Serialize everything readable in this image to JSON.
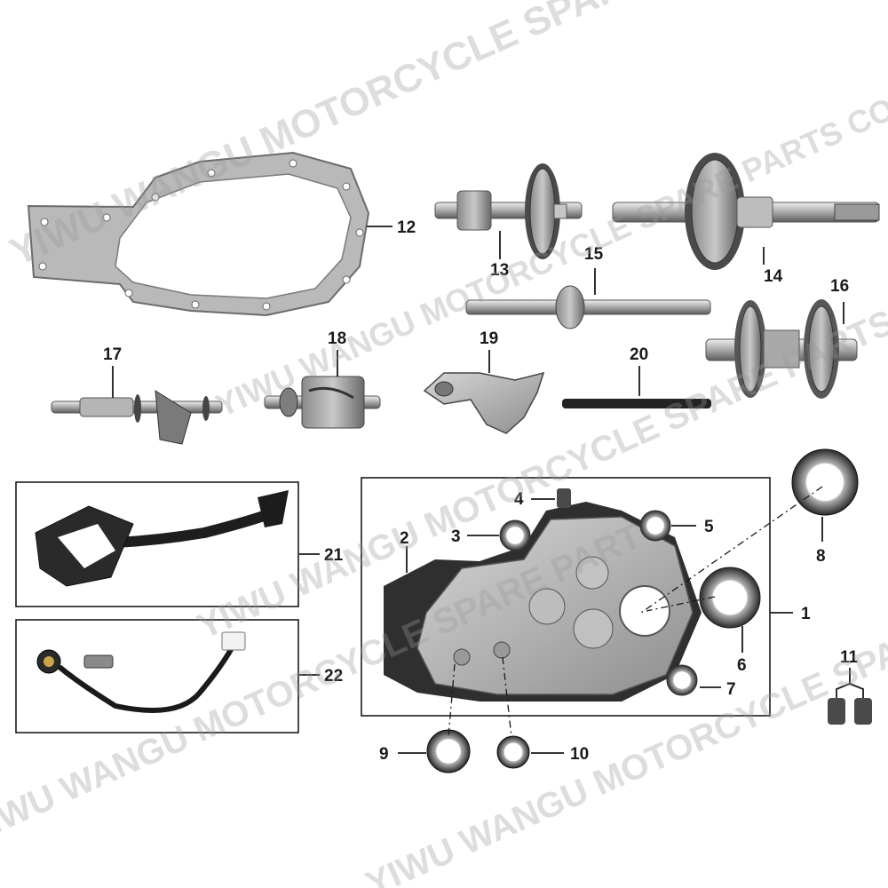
{
  "callouts": [
    "1",
    "2",
    "3",
    "4",
    "5",
    "6",
    "7",
    "8",
    "9",
    "10",
    "11",
    "12",
    "13",
    "14",
    "15",
    "16",
    "17",
    "18",
    "19",
    "20",
    "21",
    "22"
  ],
  "watermark": [
    "YIWU WANGU MOTORCYCLE SPARE",
    "YIWU WANGU MOTORCYCLE SPARE PARTS CO.,LTD",
    "YIWU WANGU MOTORCYCLE SPARE PARTS CO.,LTD",
    "YIWU WANGU MOTORCYCLE SPARE PART",
    "YIWU WANGU MOTORCYCLE SPARE PARTS"
  ],
  "colors": {
    "metal_light": "#d2d2d2",
    "metal_mid": "#a8a8a8",
    "metal_dark": "#555555",
    "black": "#1c1c1c",
    "gasket": "#b9b9b9"
  }
}
